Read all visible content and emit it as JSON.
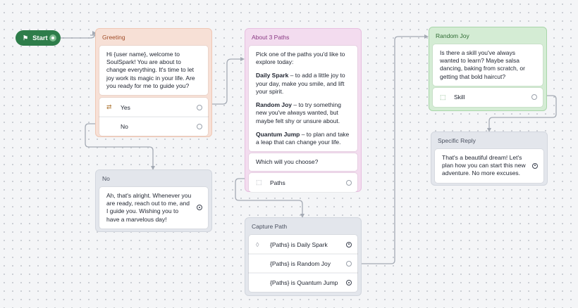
{
  "start": {
    "label": "Start",
    "icon": "flag-icon"
  },
  "greeting": {
    "title": "Greeting",
    "message": "Hi {user name}, welcome to SoulSpark! You are about to change everything. It's time to let joy work its magic in your life. Are you ready for me to guide you?",
    "choices": [
      {
        "label": "Yes",
        "icon": "shuffle-icon"
      },
      {
        "label": "No"
      }
    ]
  },
  "no_block": {
    "title": "No",
    "message": "Ah, that's alright. Whenever you are ready, reach out to me, and I guide you. Wishing you to have a marvelous day!"
  },
  "paths": {
    "title": "About 3 Paths",
    "intro": "Pick one of the paths you'd like to explore today:",
    "options": [
      {
        "name": "Daily Spark",
        "text": " – to add a little joy to your day, make you smile, and lift your spirit."
      },
      {
        "name": "Random Joy",
        "text": " – to try something new you've always wanted, but maybe felt shy or unsure about."
      },
      {
        "name": "Quantum Jump",
        "text": " – to plan and take a leap that can change your life."
      }
    ],
    "question": "Which will you choose?",
    "capture": {
      "label": "Paths",
      "icon": "capture-icon"
    }
  },
  "capture_path": {
    "title": "Capture Path",
    "conditions": [
      {
        "label": "{Paths} is Daily Spark",
        "icon": "condition-icon"
      },
      {
        "label": "{Paths} is Random Joy"
      },
      {
        "label": "{Paths} is Quantum Jump"
      }
    ]
  },
  "random_joy": {
    "title": "Random Joy",
    "message": "Is there a skill you've always wanted to learn? Maybe salsa dancing, baking from scratch, or getting that bold haircut?",
    "capture": {
      "label": "Skill",
      "icon": "capture-icon"
    }
  },
  "specific_reply": {
    "title": "Specific Reply",
    "message": "That's a beautiful dream! Let's plan how you can start this new adventure. No more excuses."
  },
  "colors": {
    "start": "#2e7d4a",
    "greeting": "#f7e0d6",
    "paths": "#f3dcef",
    "random_joy": "#d4ecd4",
    "neutral": "#e3e6ec",
    "connector": "#a4aab4"
  }
}
